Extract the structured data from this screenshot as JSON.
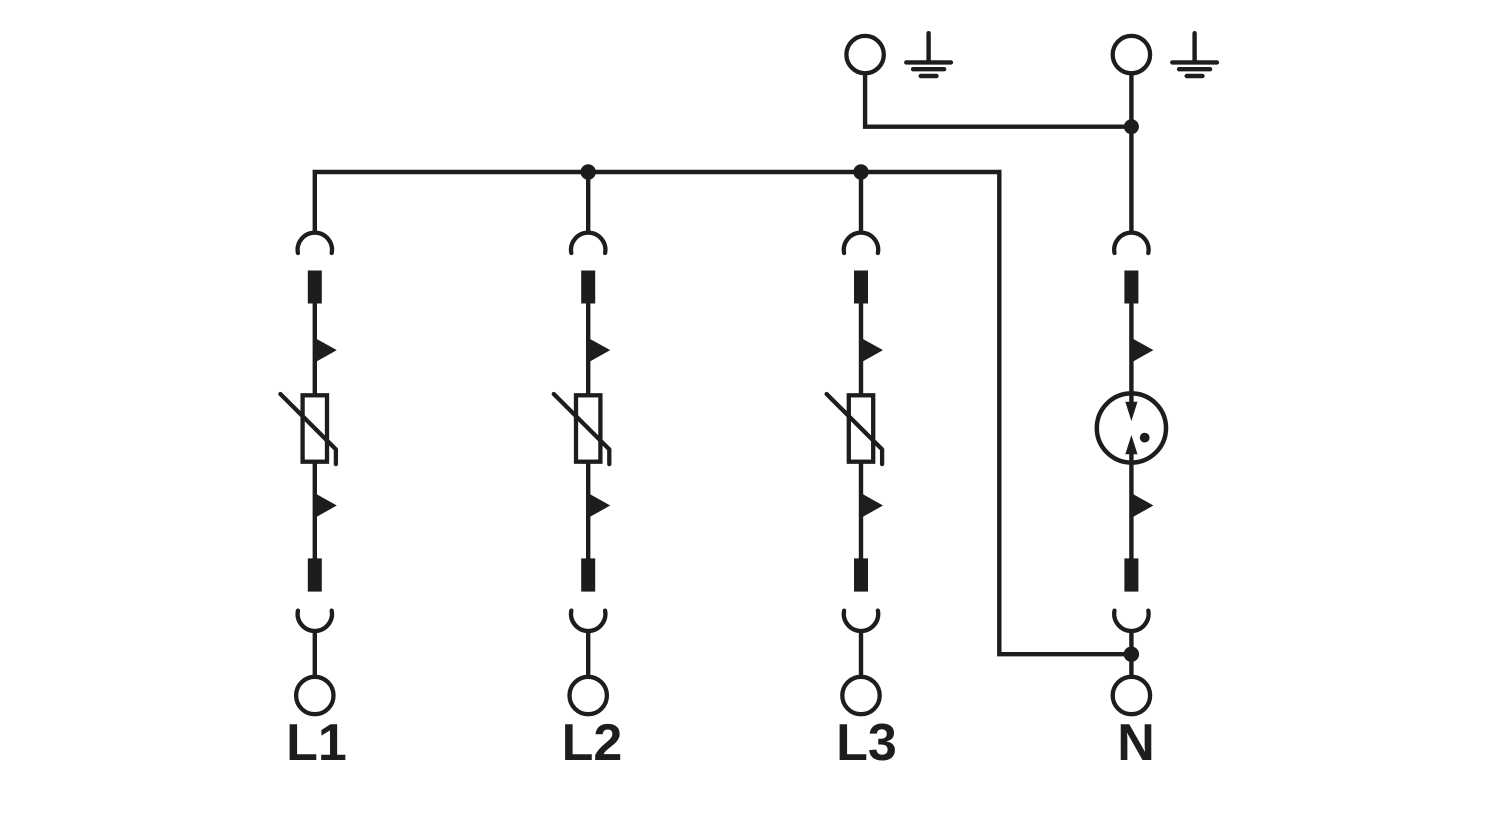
{
  "colors": {
    "ink": "#1d1d1b",
    "background": "#ffffff"
  },
  "diagram": {
    "kind": "surge-protection-device-wiring-schematic",
    "paths": [
      {
        "label": "L1",
        "protection_element": "varistor",
        "top_connection": "phase-bus",
        "plug_connectors": 2,
        "disconnect_arrows": 2
      },
      {
        "label": "L2",
        "protection_element": "varistor",
        "top_connection": "phase-bus",
        "plug_connectors": 2,
        "disconnect_arrows": 2
      },
      {
        "label": "L3",
        "protection_element": "varistor",
        "top_connection": "phase-bus",
        "plug_connectors": 2,
        "disconnect_arrows": 2
      },
      {
        "label": "N",
        "protection_element": "gas-discharge-tube",
        "top_connection": "earth-bus",
        "plug_connectors": 2,
        "disconnect_arrows": 2
      }
    ],
    "earth_terminals": 2,
    "junction_dots": 4
  }
}
